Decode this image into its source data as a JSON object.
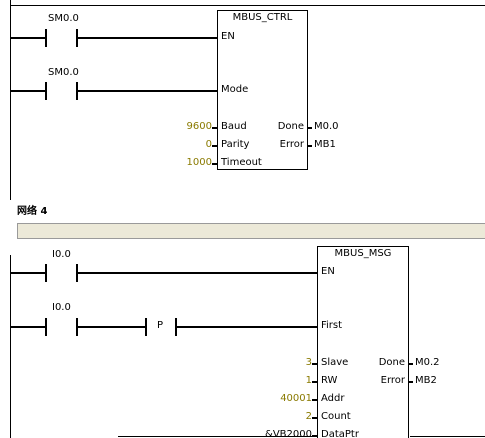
{
  "network3": {
    "contacts": [
      {
        "label": "SM0.0"
      },
      {
        "label": "SM0.0"
      }
    ],
    "box": {
      "title": "MBUS_CTRL",
      "inputs": [
        {
          "pin": "EN"
        },
        {
          "pin": "Mode"
        },
        {
          "pin": "Baud",
          "value": "9600"
        },
        {
          "pin": "Parity",
          "value": "0"
        },
        {
          "pin": "Timeout",
          "value": "1000"
        }
      ],
      "outputs": [
        {
          "pin": "Done",
          "value": "M0.0"
        },
        {
          "pin": "Error",
          "value": "MB1"
        }
      ]
    }
  },
  "network4": {
    "title": "网络 4",
    "comment": "",
    "contacts": [
      {
        "label": "I0.0"
      },
      {
        "label": "I0.0"
      }
    ],
    "edge": {
      "label": "P"
    },
    "box": {
      "title": "MBUS_MSG",
      "inputs": [
        {
          "pin": "EN"
        },
        {
          "pin": "First"
        },
        {
          "pin": "Slave",
          "value": "3"
        },
        {
          "pin": "RW",
          "value": "1"
        },
        {
          "pin": "Addr",
          "value": "40001"
        },
        {
          "pin": "Count",
          "value": "2"
        },
        {
          "pin": "DataPtr",
          "value": "&VB2000"
        }
      ],
      "outputs": [
        {
          "pin": "Done",
          "value": "M0.2"
        },
        {
          "pin": "Error",
          "value": "MB2"
        }
      ]
    }
  },
  "colors": {
    "parameter_value": "#8a7a00",
    "comment_bar": "#ece9d8"
  }
}
